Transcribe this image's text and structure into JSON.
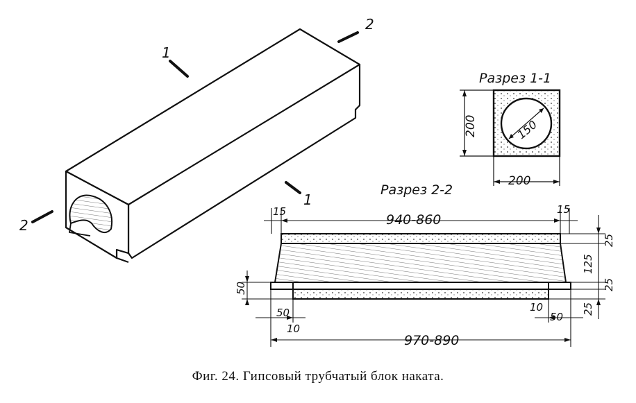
{
  "caption": "Фиг. 24. Гипсовый трубчатый блок наката.",
  "isometric": {
    "section_mark_1": "1",
    "section_mark_2": "2"
  },
  "section_1_1": {
    "title": "Разрез 1-1",
    "height": "200",
    "width": "200",
    "diameter": "150"
  },
  "section_2_2": {
    "title": "Разрез 2-2",
    "top_length": "940-860",
    "bottom_length": "970-890",
    "edge_left": "15",
    "edge_right": "15",
    "top_slab": "25",
    "middle": "125",
    "lower_slab": "25",
    "bottom": "25",
    "ledge_height": "50",
    "ledge_left": "50",
    "ledge_right": "50",
    "gap_left": "10",
    "gap_right": "10"
  }
}
